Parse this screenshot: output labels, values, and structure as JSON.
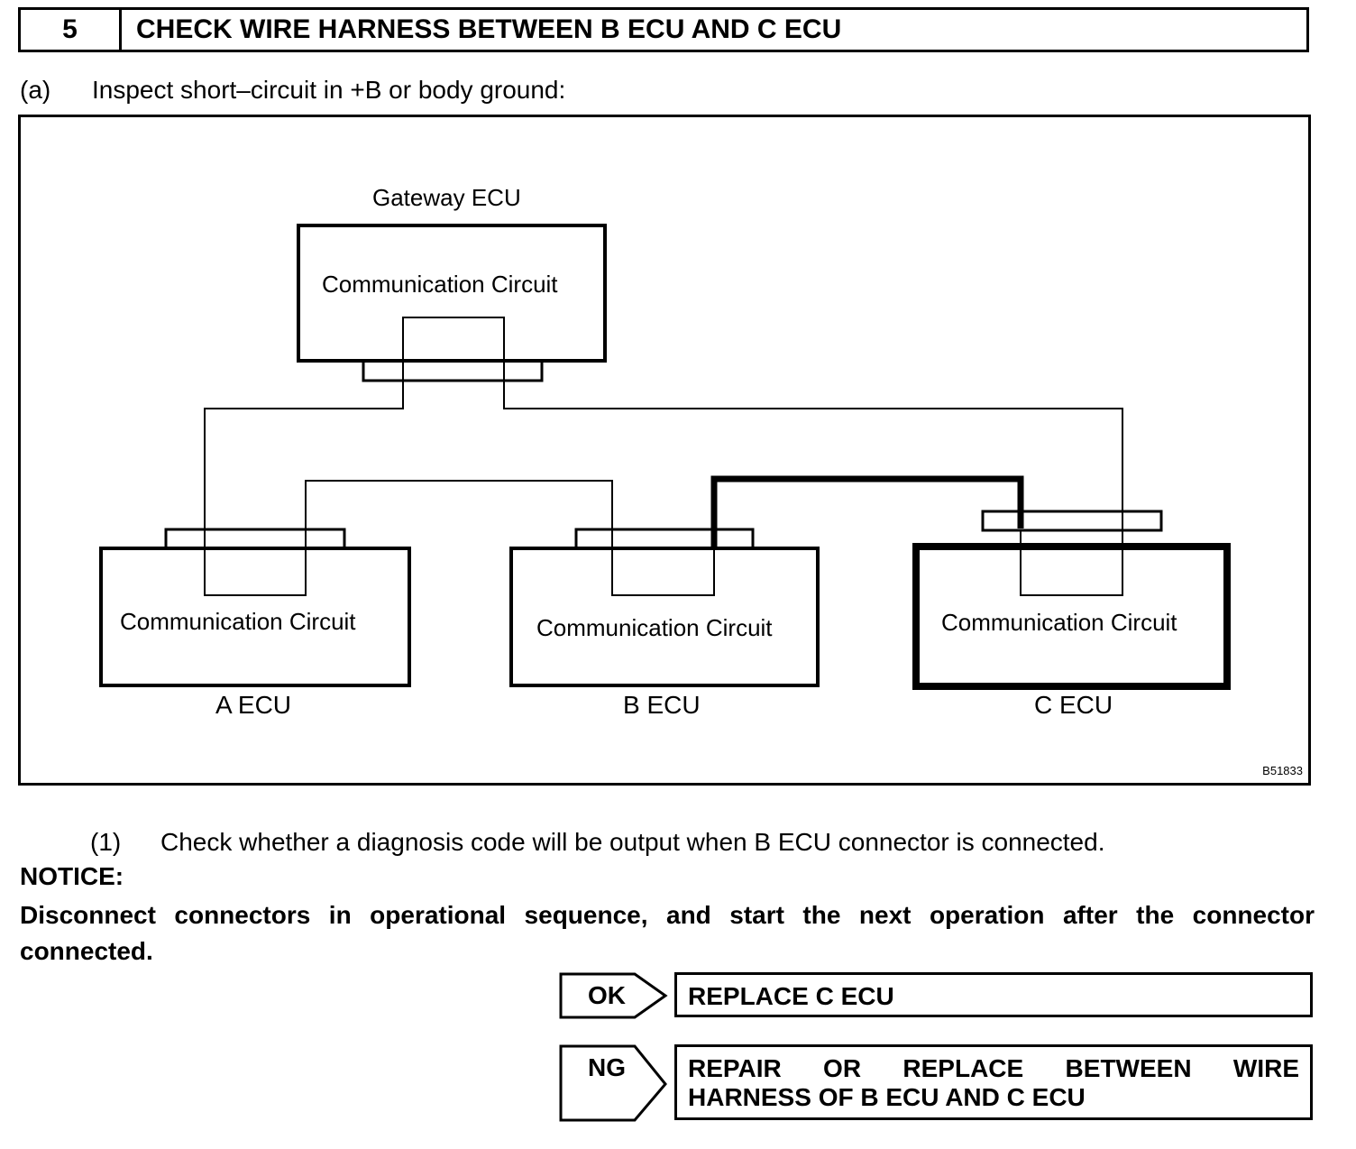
{
  "step": {
    "number": "5",
    "title": "CHECK WIRE HARNESS BETWEEN B ECU AND C ECU"
  },
  "substep_a": {
    "label": "(a)",
    "text": "Inspect short–circuit in +B or body ground:"
  },
  "diagram": {
    "gateway_title": "Gateway ECU",
    "gateway_circuit": "Communication Circuit",
    "a_circuit": "Communication Circuit",
    "b_circuit": "Communication Circuit",
    "c_circuit": "Communication Circuit",
    "a_label": "A ECU",
    "b_label": "B ECU",
    "c_label": "C ECU",
    "figure_code": "B51833"
  },
  "substep_1": {
    "label": "(1)",
    "text": "Check whether a diagnosis code will be output when B ECU connector is connected."
  },
  "notice": {
    "heading": "NOTICE:",
    "text": "Disconnect connectors in operational sequence, and start the next operation after the connector connected."
  },
  "results": {
    "ok": {
      "tag": "OK",
      "action_line1": "REPLACE C ECU"
    },
    "ng": {
      "tag": "NG",
      "action_line1": "REPAIR OR REPLACE BETWEEN WIRE",
      "action_line2": "HARNESS OF B ECU AND C ECU"
    }
  }
}
